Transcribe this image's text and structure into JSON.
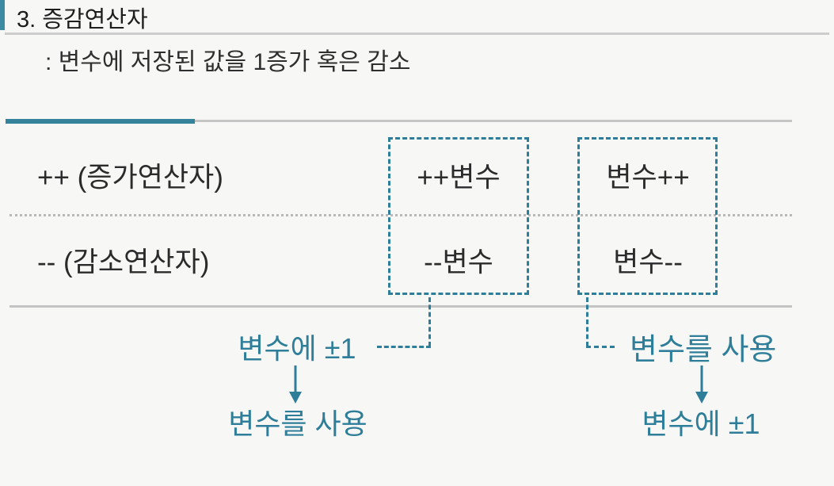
{
  "header": {
    "title": "3. 증감연산자",
    "subtitle": ": 변수에 저장된 값을 1증가 혹은 감소"
  },
  "table": {
    "rows": [
      {
        "operator": "++ (증가연산자)",
        "prefix_form": "++변수",
        "postfix_form": "변수++"
      },
      {
        "operator": "-- (감소연산자)",
        "prefix_form": "--변수",
        "postfix_form": "변수--"
      }
    ]
  },
  "annotations": {
    "prefix": {
      "step1": "변수에 ±1",
      "step2": "변수를 사용"
    },
    "postfix": {
      "step1": "변수를 사용",
      "step2": "변수에 ±1"
    }
  },
  "icons": {
    "down_arrow": "↓"
  },
  "colors": {
    "accent_teal": "#2e7e99",
    "divider_teal": "#35829b",
    "background": "#f7f7f6",
    "text_dark": "#2b2b2b",
    "line_gray": "#c6c6c6",
    "dotted_gray": "#b9b9b9"
  }
}
